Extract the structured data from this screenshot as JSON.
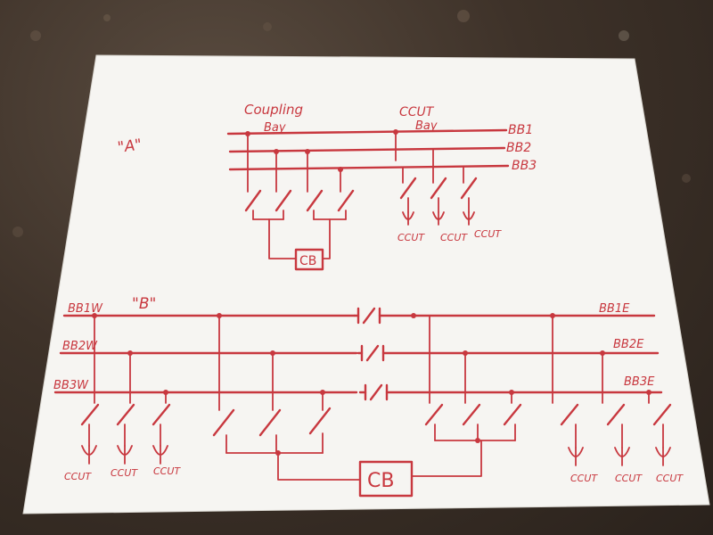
{
  "diagram_a": {
    "label": "\"A\"",
    "coupling_bay_label_1": "Coupling",
    "coupling_bay_label_2": "Bay",
    "ccut_bay_label_1": "CCUT",
    "ccut_bay_label_2": "Bay",
    "busbars": [
      "BB1",
      "BB2",
      "BB3"
    ],
    "breaker_label": "CB",
    "feeders": [
      "CCUT",
      "CCUT",
      "CCUT"
    ]
  },
  "diagram_b": {
    "label": "\"B\"",
    "west_busbars": [
      "BB1W",
      "BB2W",
      "BB3W"
    ],
    "east_busbars": [
      "BB1E",
      "BB2E",
      "BB3E"
    ],
    "breaker_label": "CB",
    "west_feeders": [
      "CCUT",
      "CCUT",
      "CCUT"
    ],
    "east_feeders": [
      "CCUT",
      "CCUT",
      "CCUT"
    ]
  },
  "colors": {
    "ink": "#c8383f",
    "paper": "#f6f5f2",
    "countertop": "#3e3229"
  }
}
